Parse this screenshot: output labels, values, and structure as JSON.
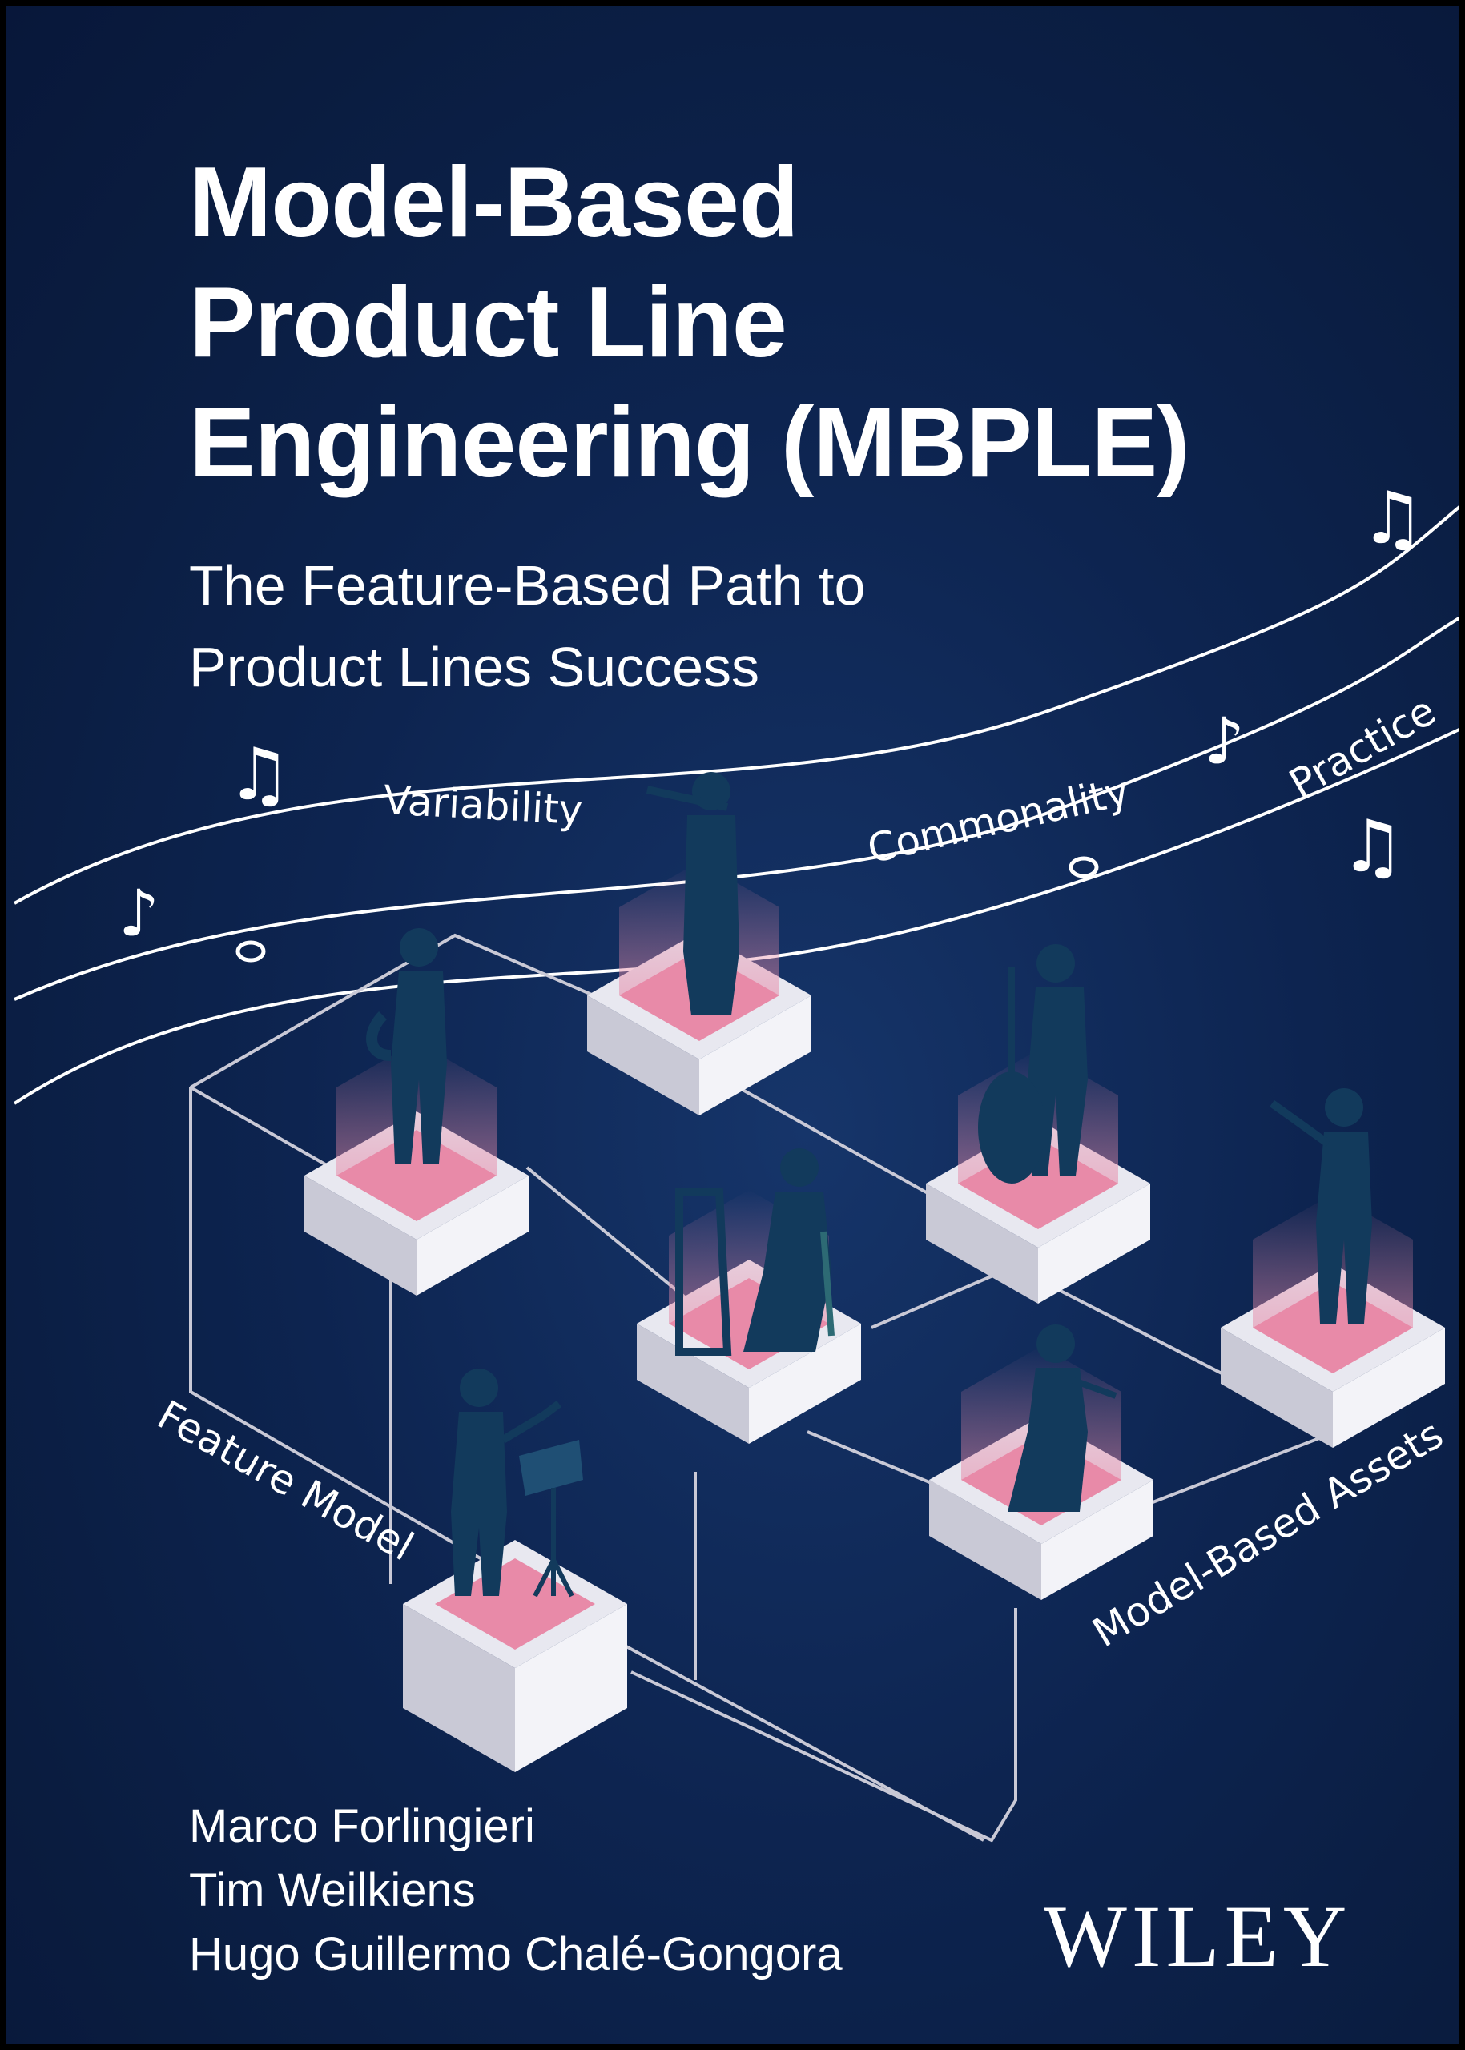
{
  "title_lines": [
    "Model-Based",
    "Product Line",
    "Engineering (MBPLE)"
  ],
  "subtitle_lines": [
    "The Feature-Based Path to",
    "Product Lines Success"
  ],
  "staff_labels": {
    "variability": "Variability",
    "commonality": "Commonality",
    "practice": "Practice"
  },
  "diagram_labels": {
    "feature_model": "Feature Model",
    "model_based_assets": "Model-Based Assets"
  },
  "authors": [
    "Marco Forlingieri",
    "Tim Weilkiens",
    "Hugo Guillermo Chalé-Gongora"
  ],
  "publisher": "WILEY",
  "colors": {
    "background": "#0d2450",
    "text": "#ffffff",
    "pedestal_top": "#e8e8f0",
    "pedestal_glow": "#e68aa8",
    "figure": "#123a5c"
  },
  "icon_names": [
    "music-notes-icon",
    "eighth-note-icon",
    "whole-note-icon"
  ]
}
